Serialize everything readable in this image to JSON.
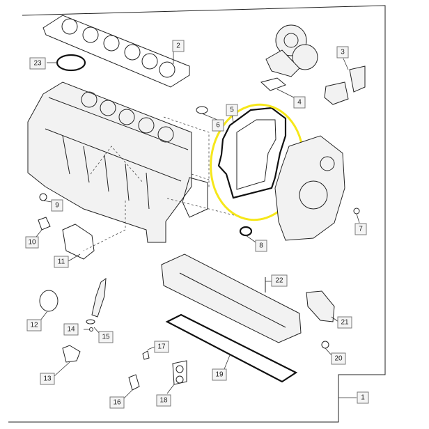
{
  "diagram": {
    "callouts": [
      {
        "id": "c1",
        "label": "1"
      },
      {
        "id": "c2",
        "label": "2"
      },
      {
        "id": "c3",
        "label": "3"
      },
      {
        "id": "c4",
        "label": "4"
      },
      {
        "id": "c5",
        "label": "5"
      },
      {
        "id": "c6",
        "label": "6"
      },
      {
        "id": "c7",
        "label": "7"
      },
      {
        "id": "c8",
        "label": "8"
      },
      {
        "id": "c9",
        "label": "9"
      },
      {
        "id": "c10",
        "label": "10"
      },
      {
        "id": "c11",
        "label": "11"
      },
      {
        "id": "c12",
        "label": "12"
      },
      {
        "id": "c13",
        "label": "13"
      },
      {
        "id": "c14",
        "label": "14"
      },
      {
        "id": "c15",
        "label": "15"
      },
      {
        "id": "c16",
        "label": "16"
      },
      {
        "id": "c17",
        "label": "17"
      },
      {
        "id": "c18",
        "label": "18"
      },
      {
        "id": "c19",
        "label": "19"
      },
      {
        "id": "c20",
        "label": "20"
      },
      {
        "id": "c21",
        "label": "21"
      },
      {
        "id": "c22",
        "label": "22"
      },
      {
        "id": "c23",
        "label": "23"
      }
    ],
    "highlight_color": "#f6e71a"
  }
}
